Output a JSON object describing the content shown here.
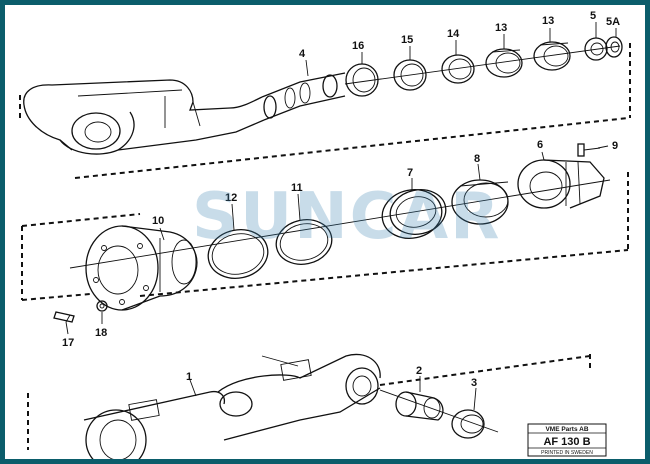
{
  "watermark": "SUNCAR",
  "callouts": {
    "c4": "4",
    "c16": "16",
    "c15": "15",
    "c14": "14",
    "c13a": "13",
    "c13b": "13",
    "c5": "5",
    "c5A": "5A",
    "c9": "9",
    "c6": "6",
    "c8": "8",
    "c7": "7",
    "c11": "11",
    "c12": "12",
    "c10": "10",
    "c18": "18",
    "c17": "17",
    "c1": "1",
    "c2": "2",
    "c3": "3"
  },
  "title_block": {
    "company": "VME Parts AB",
    "drawing_code": "AF 130 B",
    "printed": "PRINTED IN SWEDEN"
  }
}
